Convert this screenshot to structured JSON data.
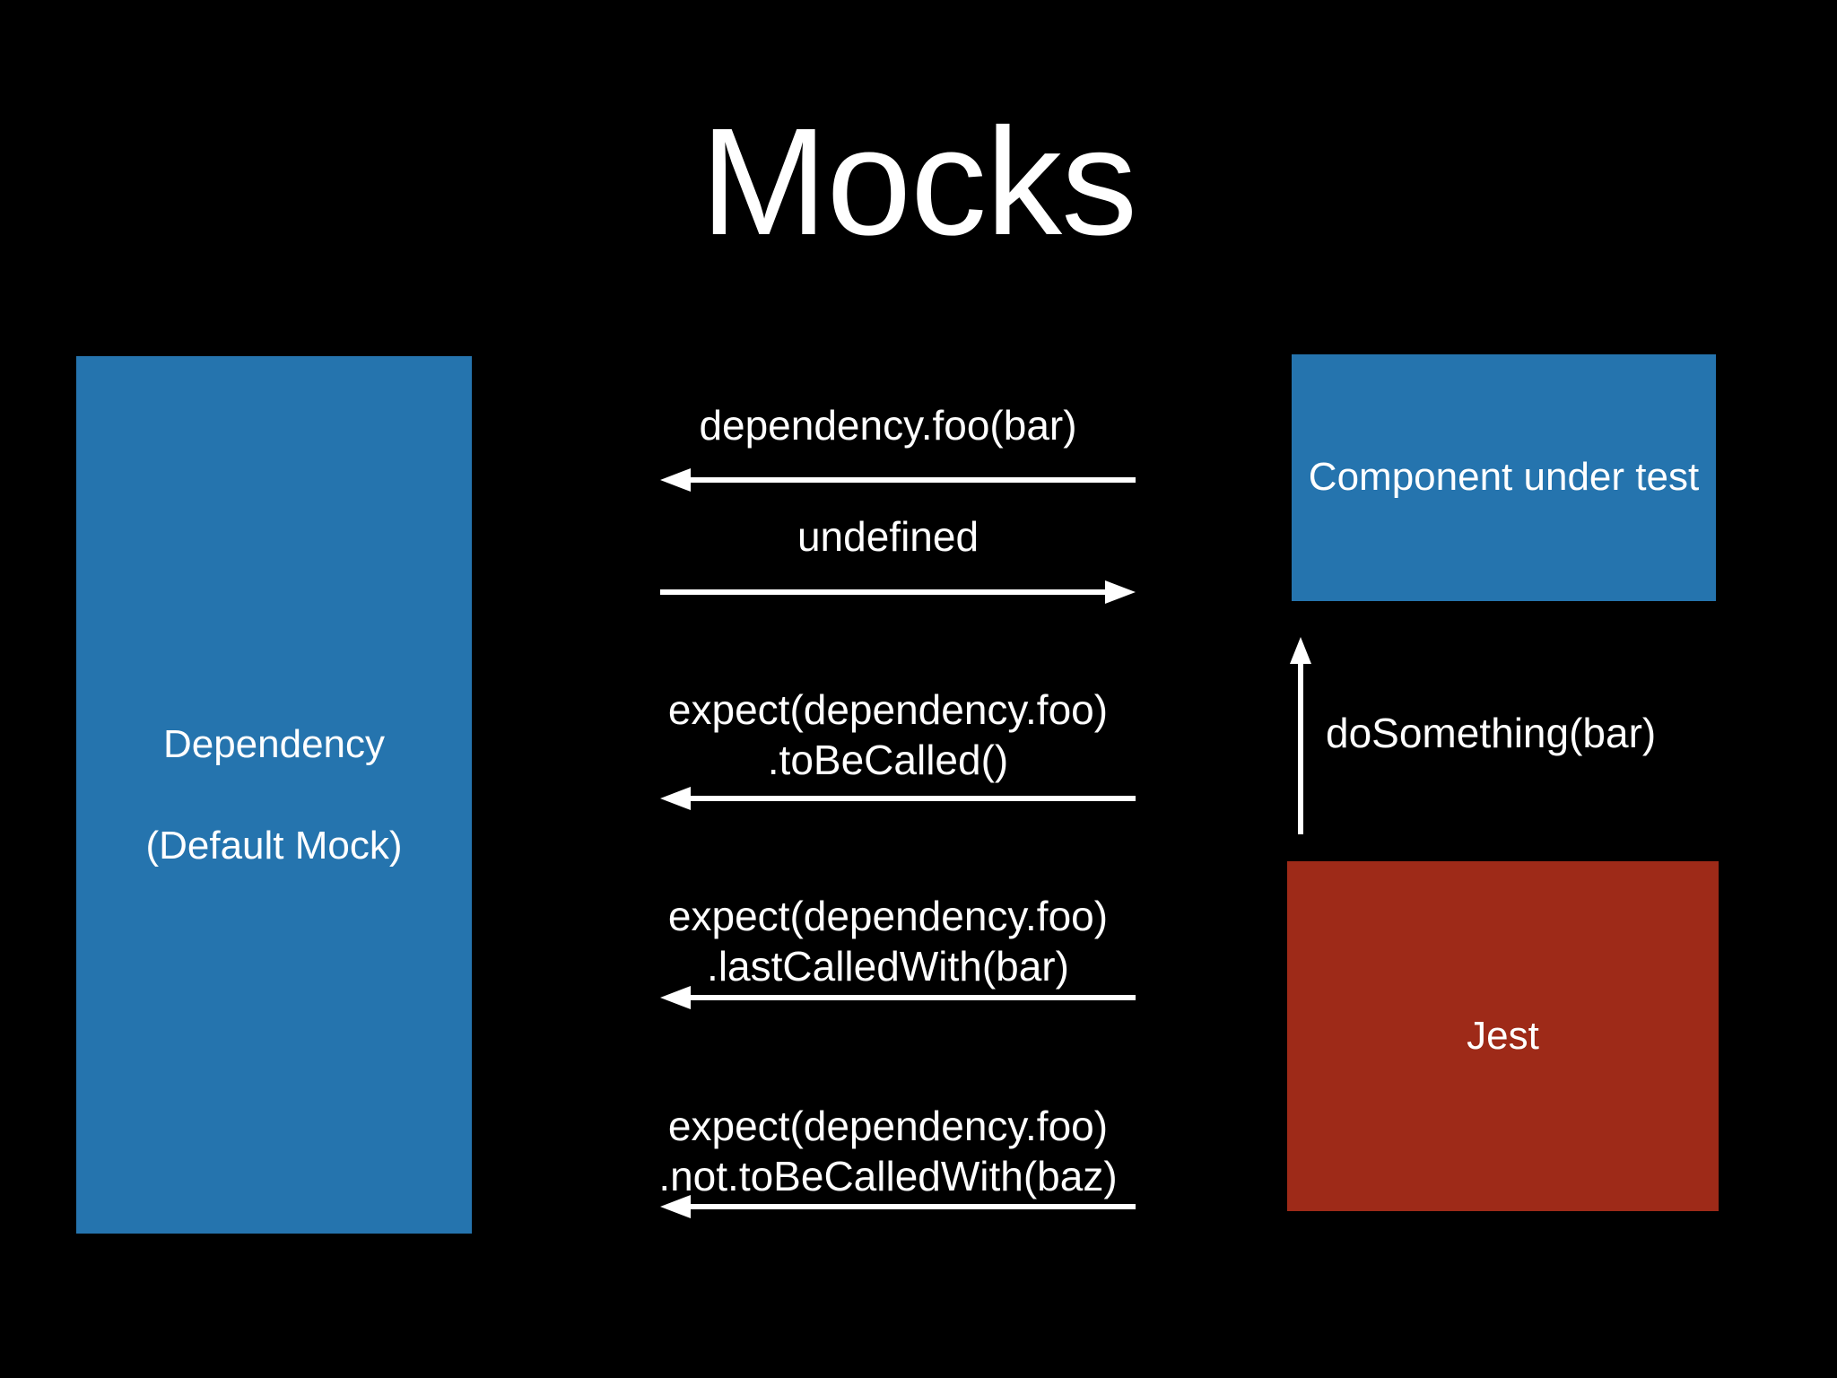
{
  "slide": {
    "title": "Mocks",
    "background_color": "#000000",
    "text_color": "#ffffff"
  },
  "palette": {
    "blue": "#2574AE",
    "red": "#9E2A18",
    "white": "#ffffff",
    "black": "#000000"
  },
  "actors": {
    "dependency": {
      "name": "Dependency",
      "subtitle": "(Default Mock)",
      "color": "#2574AE"
    },
    "component": {
      "name": "Component under test",
      "color": "#2574AE"
    },
    "jest": {
      "name": "Jest",
      "color": "#9E2A18"
    }
  },
  "messages": [
    {
      "id": "dependency-foo-call",
      "label": "dependency.foo(bar)",
      "direction": "left",
      "from": "component",
      "to": "dependency"
    },
    {
      "id": "undefined-return",
      "label": "undefined",
      "direction": "right",
      "from": "dependency",
      "to": "component"
    },
    {
      "id": "expect-tobecalled",
      "label": "expect(dependency.foo)\n.toBeCalled()",
      "direction": "left",
      "from": "jest",
      "to": "dependency"
    },
    {
      "id": "expect-lastcalledwith",
      "label": "expect(dependency.foo)\n.lastCalledWith(bar)",
      "direction": "left",
      "from": "jest",
      "to": "dependency"
    },
    {
      "id": "expect-not-tobecalledwith",
      "label": "expect(dependency.foo)\n.not.toBeCalledWith(baz)",
      "direction": "left",
      "from": "jest",
      "to": "dependency"
    }
  ],
  "vertical_message": {
    "id": "do-something",
    "label": "doSomething(bar)",
    "direction": "up",
    "from": "jest",
    "to": "component"
  }
}
